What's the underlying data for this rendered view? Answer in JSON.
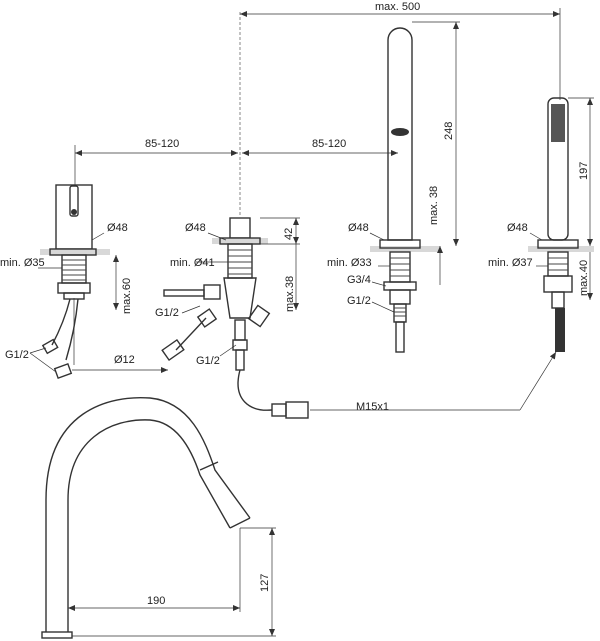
{
  "labels": {
    "max500": "max. 500",
    "d85_120_a": "85-120",
    "d85_120_b": "85-120",
    "d248": "248",
    "d197": "197",
    "max38_spout": "max. 38",
    "d42": "42",
    "max38_valve": "max.38",
    "max60": "max.60",
    "max40": "max.40",
    "o48_mixer": "Ø48",
    "o48_valve": "Ø48",
    "o48_spout": "Ø48",
    "o48_hand": "Ø48",
    "min35": "min. Ø35",
    "min41": "min. Ø41",
    "min33": "min. Ø33",
    "min37": "min. Ø37",
    "g34": "G3/4",
    "g12_spout": "G1/2",
    "g12_valve_a": "G1/2",
    "g12_valve_b": "G1/2",
    "g12_mixer": "G1/2",
    "o12": "Ø12",
    "m15": "M15x1",
    "d190": "190",
    "d127": "127"
  }
}
